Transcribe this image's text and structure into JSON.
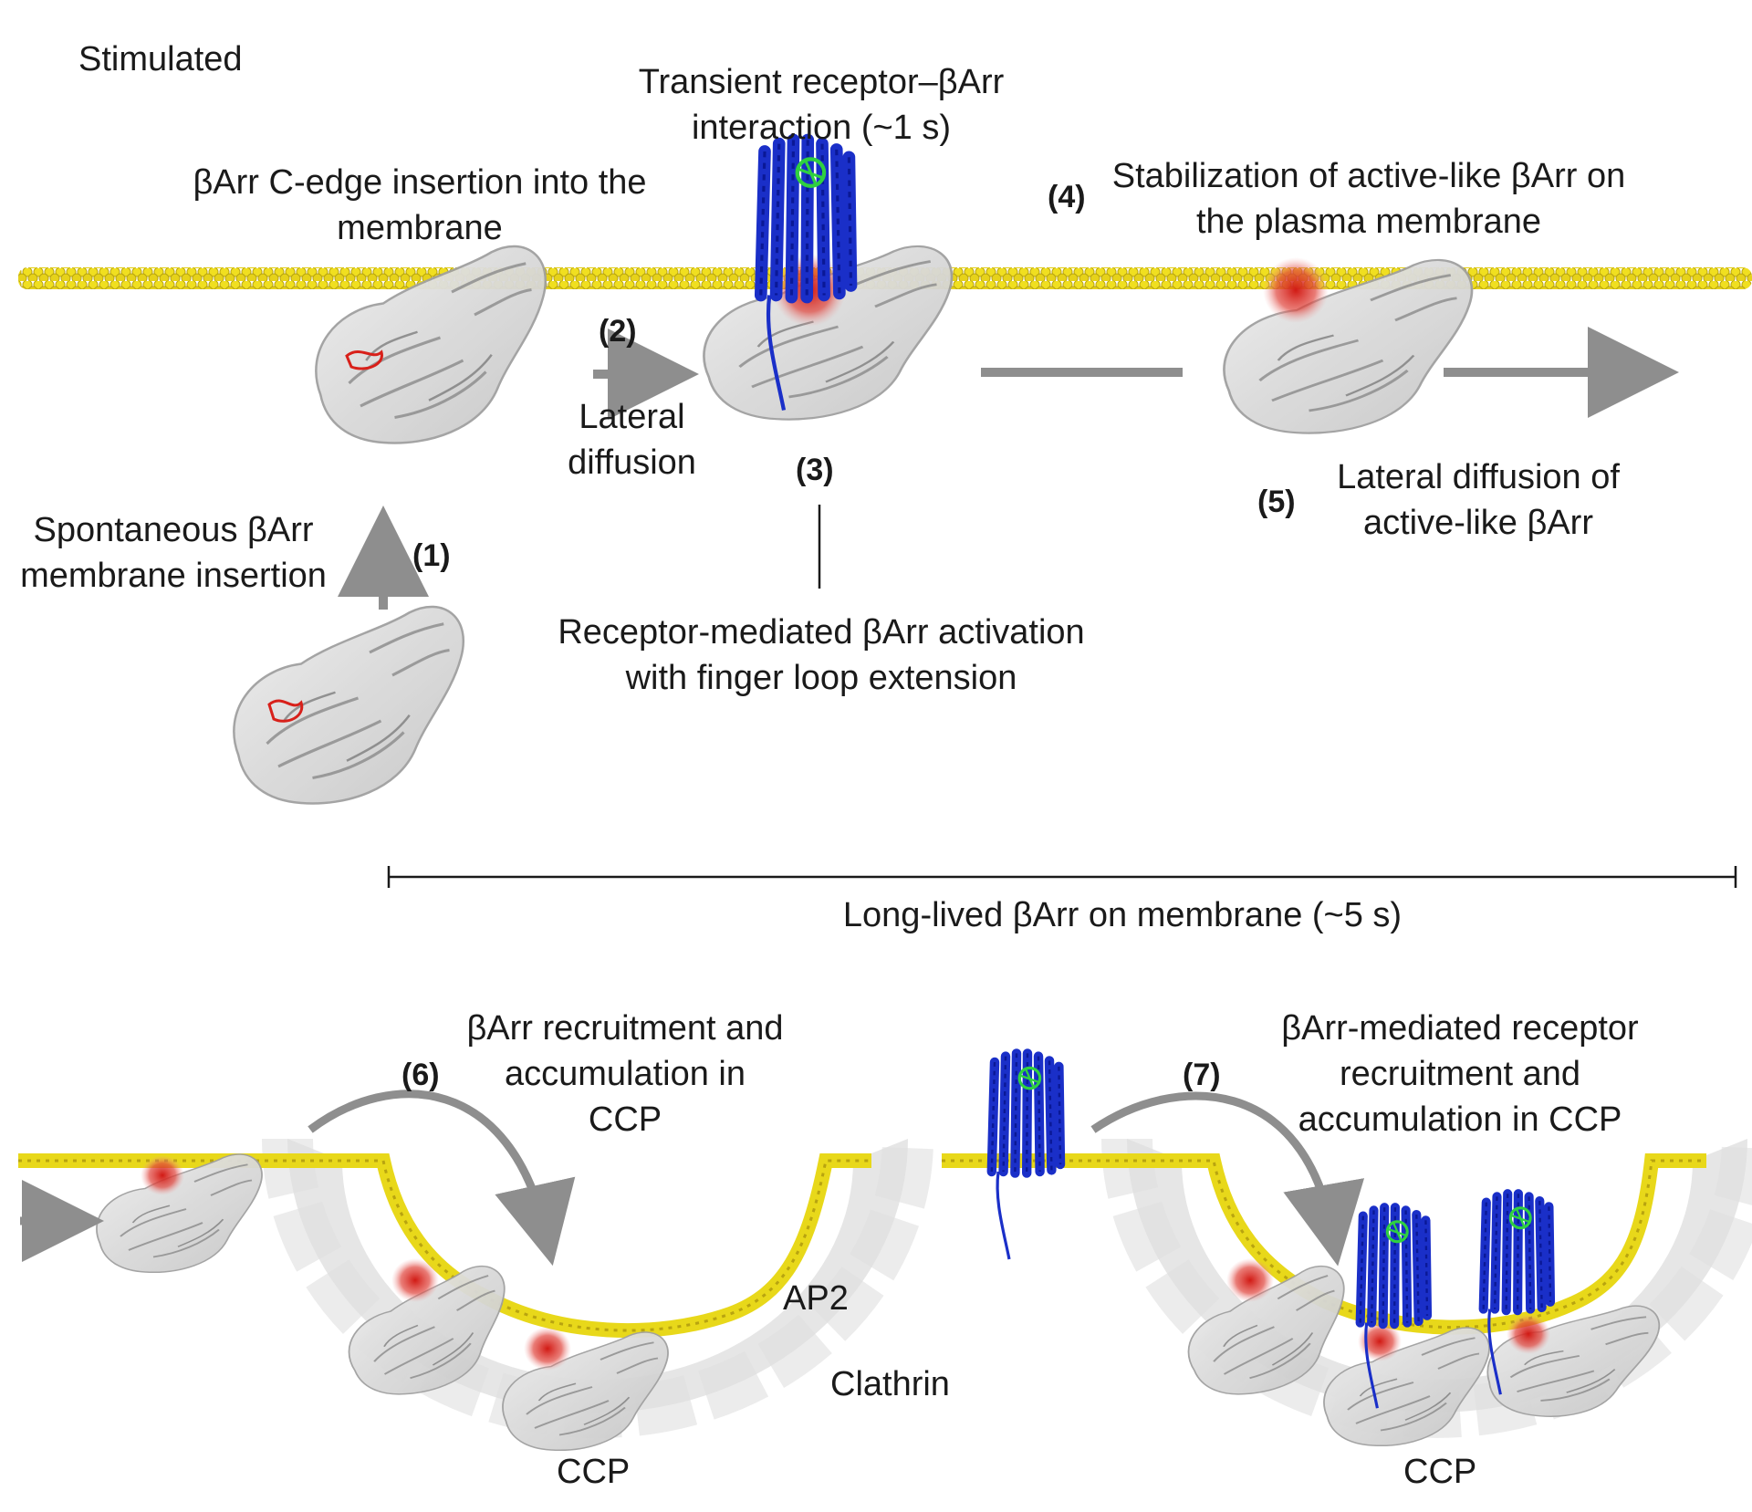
{
  "diagram": {
    "title": "Stimulated",
    "steps": [
      {
        "number": "(1)",
        "label": "Spontaneous βArr membrane insertion"
      },
      {
        "number": "(2)",
        "label": "Lateral diffusion"
      },
      {
        "number": "(3)",
        "label": "Receptor-mediated βArr activation with finger loop extension"
      },
      {
        "number": "(4)",
        "label": "Stabilization of active-like βArr on the plasma membrane"
      },
      {
        "number": "(5)",
        "label": "Lateral diffusion of active-like βArr"
      },
      {
        "number": "(6)",
        "label": "βArr recruitment and accumulation in CCP"
      },
      {
        "number": "(7)",
        "label": "βArr-mediated receptor recruitment and accumulation in CCP"
      }
    ],
    "annotations": {
      "c_edge": "βArr C-edge insertion into the membrane",
      "transient": "Transient receptor–βArr interaction (~1 s)",
      "long_lived": "Long-lived βArr on membrane (~5 s)",
      "ap2": "AP2",
      "clathrin": "Clathrin",
      "ccp_left": "CCP",
      "ccp_right": "CCP"
    },
    "colors": {
      "membrane": "#e8d81a",
      "receptor": "#1a2fc8",
      "finger_loop": "#d8201a",
      "arrestin": "#c9c9c9",
      "arrow": "#8e8e8e",
      "clathrin_coat": "#e6e6e6"
    }
  }
}
